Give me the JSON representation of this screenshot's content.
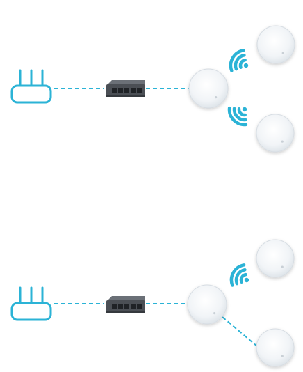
{
  "colors": {
    "accent": "#2bb3d6",
    "switch_body": "#4b4f55",
    "switch_ports": "#1f2226",
    "deco_fill": "#f4f6f8",
    "deco_edge": "#d7dde3"
  },
  "diagrams": [
    {
      "name": "wireless-backhaul",
      "icons": [
        "router-icon",
        "ethernet-switch-icon",
        "deco-main-unit",
        "deco-satellite",
        "deco-satellite",
        "wifi-icon",
        "wifi-icon"
      ],
      "links": [
        "ethernet",
        "ethernet",
        "wireless",
        "wireless"
      ]
    },
    {
      "name": "mixed-backhaul",
      "icons": [
        "router-icon",
        "ethernet-switch-icon",
        "deco-main-unit",
        "deco-satellite",
        "deco-satellite",
        "wifi-icon"
      ],
      "links": [
        "ethernet",
        "ethernet",
        "wireless",
        "ethernet"
      ]
    }
  ]
}
